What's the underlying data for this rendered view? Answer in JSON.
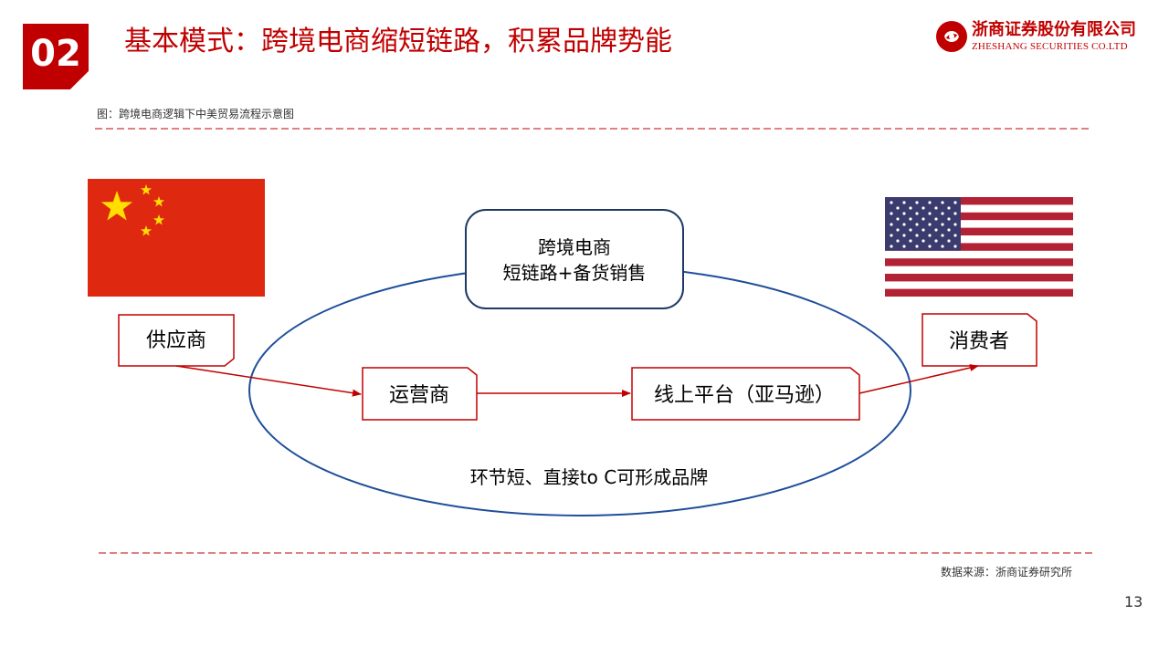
{
  "header": {
    "section_number": "02",
    "title": "基本模式：跨境电商缩短链路，积累品牌势能",
    "logo_name_cn": "浙商证券股份有限公司",
    "logo_name_en": "ZHESHANG SECURITIES CO.LTD"
  },
  "figure": {
    "caption": "图：跨境电商逻辑下中美贸易流程示意图",
    "source": "数据来源：浙商证券研究所"
  },
  "diagram": {
    "center_box_line1": "跨境电商",
    "center_box_line2": "短链路+备货销售",
    "supplier": "供应商",
    "operator": "运营商",
    "platform": "线上平台（亚马逊）",
    "consumer": "消费者",
    "ellipse_caption": "环节短、直接to C可形成品牌"
  },
  "colors": {
    "brand_red": "#c00000",
    "flow_arrow": "#c00000",
    "ellipse_stroke": "#1f4e9a",
    "center_box_stroke": "#1f3864",
    "china_flag": "#de2910",
    "china_star": "#ffde00",
    "us_red": "#b22234",
    "us_blue": "#3c3b6e"
  },
  "icons": {
    "left_flag": "china-flag-icon",
    "right_flag": "usa-flag-icon",
    "logo": "zheshang-logo-icon"
  },
  "footer": {
    "page_number": "13"
  }
}
